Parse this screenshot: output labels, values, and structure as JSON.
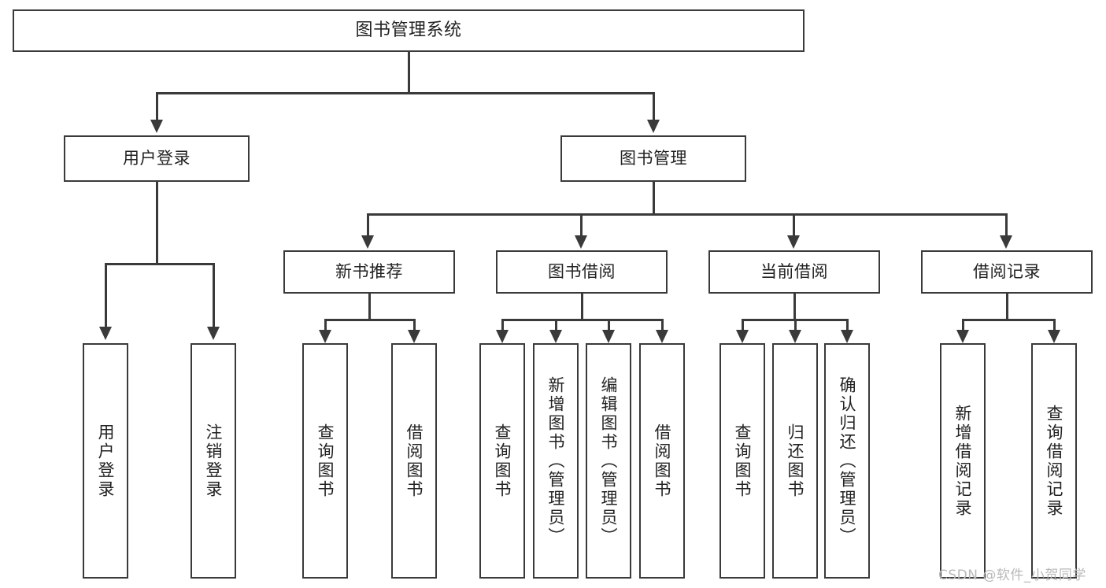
{
  "diagram": {
    "type": "tree-hierarchy",
    "title": "图书管理系统",
    "root": {
      "id": "root",
      "label": "图书管理系统",
      "orientation": "horizontal"
    },
    "level2": [
      {
        "id": "user-login",
        "label": "用户登录",
        "orientation": "horizontal"
      },
      {
        "id": "book-manage",
        "label": "图书管理",
        "orientation": "horizontal"
      }
    ],
    "level3": [
      {
        "id": "new-book-recommend",
        "label": "新书推荐",
        "orientation": "horizontal",
        "parent": "book-manage"
      },
      {
        "id": "book-borrow",
        "label": "图书借阅",
        "orientation": "horizontal",
        "parent": "book-manage"
      },
      {
        "id": "current-borrow",
        "label": "当前借阅",
        "orientation": "horizontal",
        "parent": "book-manage"
      },
      {
        "id": "borrow-record",
        "label": "借阅记录",
        "orientation": "horizontal",
        "parent": "book-manage"
      }
    ],
    "leaves": [
      {
        "id": "leaf-user-login",
        "label": "用户登录",
        "orientation": "vertical",
        "parent": "user-login"
      },
      {
        "id": "leaf-logout",
        "label": "注销登录",
        "orientation": "vertical",
        "parent": "user-login"
      },
      {
        "id": "leaf-query-book-1",
        "label": "查询图书",
        "orientation": "vertical",
        "parent": "new-book-recommend"
      },
      {
        "id": "leaf-borrow-book-1",
        "label": "借阅图书",
        "orientation": "vertical",
        "parent": "new-book-recommend"
      },
      {
        "id": "leaf-query-book-2",
        "label": "查询图书",
        "orientation": "vertical",
        "parent": "book-borrow"
      },
      {
        "id": "leaf-add-book",
        "label": "新增图书（管理员）",
        "orientation": "vertical",
        "parent": "book-borrow"
      },
      {
        "id": "leaf-edit-book",
        "label": "编辑图书（管理员）",
        "orientation": "vertical",
        "parent": "book-borrow"
      },
      {
        "id": "leaf-borrow-book-2",
        "label": "借阅图书",
        "orientation": "vertical",
        "parent": "book-borrow"
      },
      {
        "id": "leaf-query-book-3",
        "label": "查询图书",
        "orientation": "vertical",
        "parent": "current-borrow"
      },
      {
        "id": "leaf-return-book",
        "label": "归还图书",
        "orientation": "vertical",
        "parent": "current-borrow"
      },
      {
        "id": "leaf-confirm-return",
        "label": "确认归还（管理员）",
        "orientation": "vertical",
        "parent": "current-borrow"
      },
      {
        "id": "leaf-add-record",
        "label": "新增借阅记录",
        "orientation": "vertical",
        "parent": "borrow-record"
      },
      {
        "id": "leaf-query-record",
        "label": "查询借阅记录",
        "orientation": "vertical",
        "parent": "borrow-record"
      }
    ],
    "colors": {
      "line": "#3a3a3a",
      "box_border": "#3a3a3a",
      "box_fill": "#ffffff",
      "text": "#222222",
      "watermark": "#b9b9b9"
    }
  },
  "watermark": {
    "text": "CSDN @软件_小贺同学"
  }
}
